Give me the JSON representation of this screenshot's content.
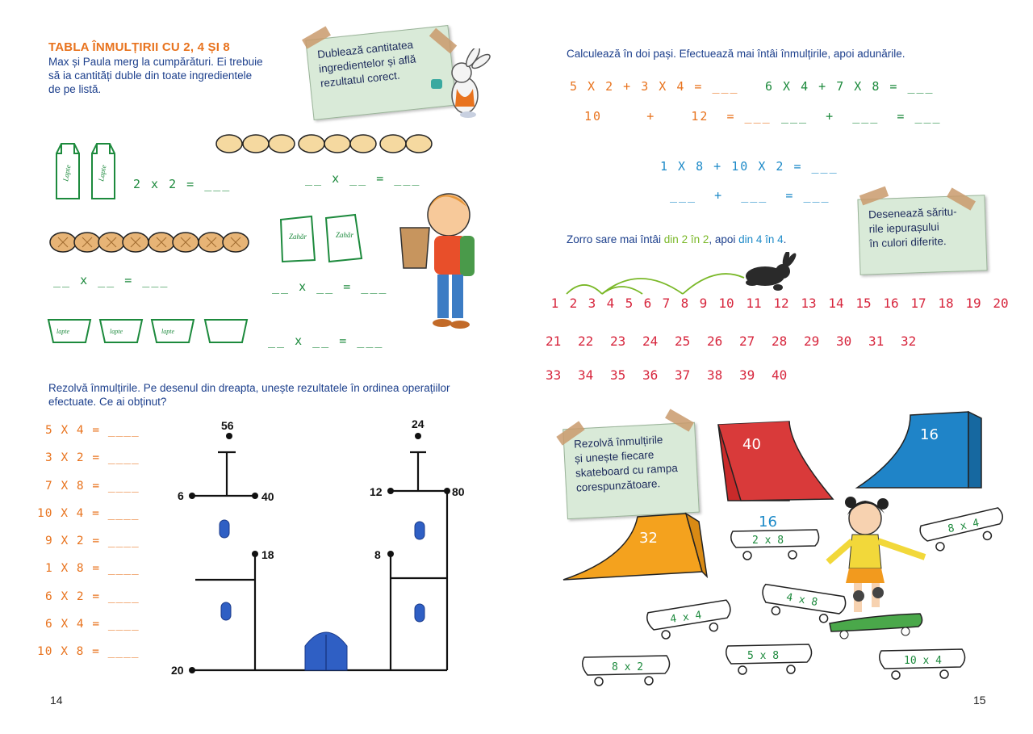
{
  "left": {
    "title": "TABLA ÎNMULȚIRII CU 2, 4 ȘI 8",
    "intro": [
      "Max și Paula merg la cumpărături. Ei trebuie",
      "să ia cantități duble din toate ingredientele",
      "de pe listă."
    ],
    "note": [
      "Dublează cantitatea",
      "ingredientelor și află",
      "rezultatul corect."
    ],
    "milk_label": "Lapte",
    "sugar_label": "Zahăr",
    "yogurt_label": "lapte",
    "milk_equation": "2 x 2 = ___",
    "eggs_equation": "__ x __ = ___",
    "bread_equation": "__ x __ = ___",
    "sugar_equation": "__ x __ = ___",
    "yogurt_equation": "__ x __ = ___",
    "section2_text": [
      "Rezolvă înmulțirile. Pe desenul din dreapta, unește rezultatele în ordinea operațiilor",
      "efectuate. Ce ai obținut?"
    ],
    "multiplications": [
      "5 X 4 = ____",
      "3 X 2 = ____",
      "7 X 8 = ____",
      "10 X 4 = ____",
      "9 X 2 = ____",
      "1 X 8 = ____",
      "6 X 2 = ____",
      "6 X 4 = ____",
      "10 X 8 = ____"
    ],
    "castle_points": [
      "56",
      "6",
      "40",
      "18",
      "24",
      "12",
      "80",
      "8",
      "20"
    ],
    "page_number": "14"
  },
  "right": {
    "instruction1": "Calculează în doi pași. Efectuează mai întâi înmulțirile, apoi adunările.",
    "eq_a1": "5 X 2  +  3 X 4 = ___",
    "eq_a2": "10     +    12  = ___",
    "eq_b1": "6 X 4  +  7 X 8 = ___",
    "eq_b2": "___  +  ___  = ___",
    "eq_c1": "1 X 8  + 10 X 2 = ___",
    "eq_c2": "___  +  ___  = ___",
    "note_jumps": [
      "Desenează săritu-",
      "rile iepurașului",
      "în culori diferite."
    ],
    "zorro_prefix": "Zorro sare mai întâi ",
    "zorro_green": "din 2 în 2",
    "zorro_mid": ", apoi ",
    "zorro_blue": "din 4 în 4",
    "zorro_end": ".",
    "numbers_row1": [
      "1",
      "2",
      "3",
      "4",
      "5",
      "6",
      "7",
      "8",
      "9",
      "10",
      "11",
      "12",
      "13",
      "14",
      "15",
      "16",
      "17",
      "18",
      "19",
      "20"
    ],
    "numbers_row2": [
      "21",
      "22",
      "23",
      "24",
      "25",
      "26",
      "27",
      "28",
      "29",
      "30",
      "31",
      "32"
    ],
    "numbers_row3": [
      "33",
      "34",
      "35",
      "36",
      "37",
      "38",
      "39",
      "40"
    ],
    "note_skate": [
      "Rezolvă înmulțirile",
      "și unește fiecare",
      "skateboard cu rampa",
      "corespunzătoare."
    ],
    "ramps": [
      "40",
      "16",
      "32"
    ],
    "example_result": "16",
    "skateboards": [
      "2 x 8",
      "8 x 4",
      "4 x 8",
      "4 x 4",
      "5 x 8",
      "8 x 2",
      "10 x 4"
    ],
    "page_number": "15"
  },
  "colors": {
    "title_orange": "#e8731e",
    "text_blue": "#1c3f8c",
    "equation_green": "#1d8a3d",
    "number_red": "#d7263d",
    "note_green": "#d9ead8"
  }
}
